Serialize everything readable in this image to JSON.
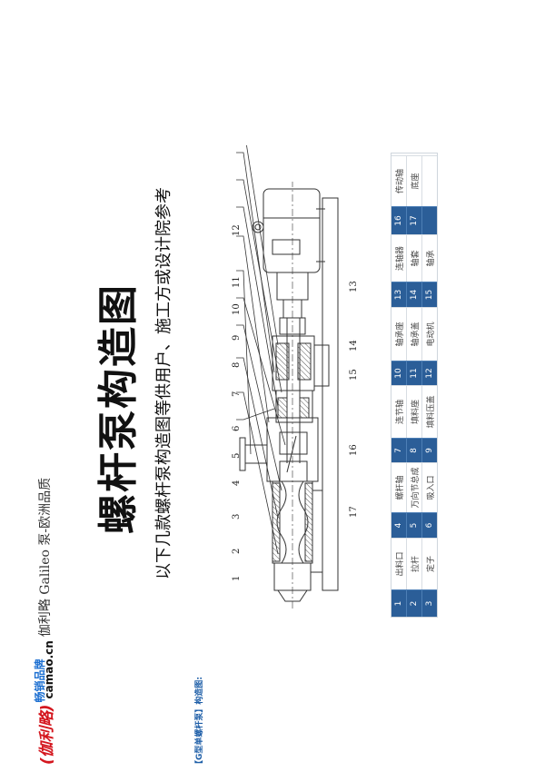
{
  "header": {
    "logo_mark": "(伽利略)",
    "logo_hot": "畅销品牌",
    "logo_site": "camao.cn",
    "tagline": "伽利略 Galileo 泵-欧洲品质"
  },
  "title": "螺杆泵构造图",
  "subtitle": "以下几款螺杆泵构造图等供用户、施工方或设计院参考",
  "caption": "【G型单螺杆泵】构造图:",
  "colors": {
    "table_number_bg": "#2b5e98",
    "logo_red": "#d4161e",
    "logo_blue": "#1c6fd1",
    "caption_blue": "#1f5fa8"
  },
  "drawing": {
    "callouts_top": [
      "1",
      "2",
      "3",
      "4",
      "5",
      "6",
      "7",
      "8",
      "9",
      "10",
      "11",
      "12"
    ],
    "callouts_bottom": [
      "13",
      "14",
      "15",
      "16",
      "17"
    ]
  },
  "parts_table": {
    "groups": [
      {
        "numbers": [
          "1",
          "2",
          "3"
        ],
        "names": [
          "出料口",
          "拉杆",
          "定子"
        ]
      },
      {
        "numbers": [
          "4",
          "5",
          "6"
        ],
        "names": [
          "螺杆轴",
          "万向节总成",
          "吸入口"
        ]
      },
      {
        "numbers": [
          "7",
          "8",
          "9"
        ],
        "names": [
          "连节轴",
          "填料座",
          "填料压盖"
        ]
      },
      {
        "numbers": [
          "10",
          "11",
          "12"
        ],
        "names": [
          "轴承座",
          "轴承盖",
          "电动机"
        ]
      },
      {
        "numbers": [
          "13",
          "14",
          "15"
        ],
        "names": [
          "连轴器",
          "轴套",
          "轴承"
        ]
      },
      {
        "numbers": [
          "16",
          "17",
          ""
        ],
        "names": [
          "传动轴",
          "底座",
          ""
        ]
      }
    ]
  }
}
